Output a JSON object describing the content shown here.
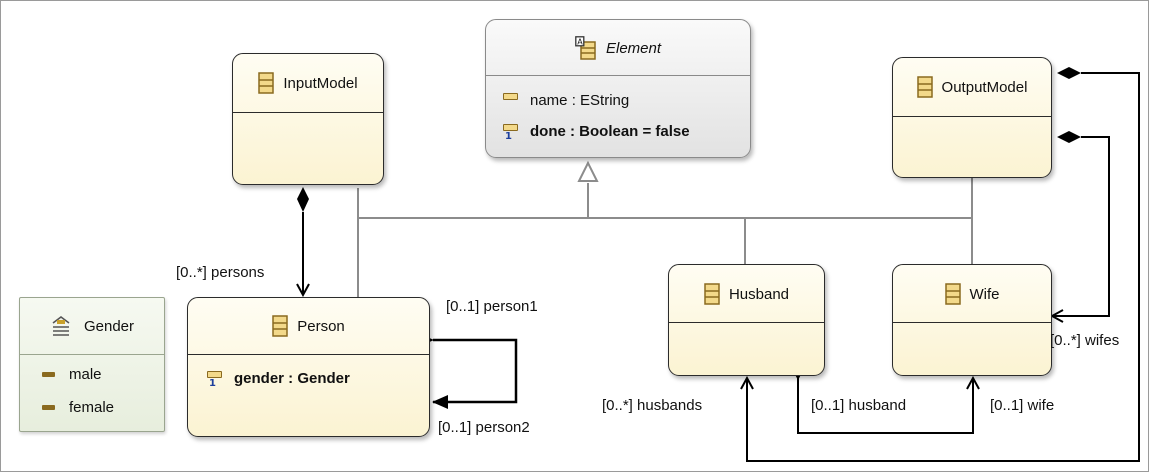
{
  "classes": {
    "element": {
      "name": "Element",
      "attributes": [
        {
          "text": "name : EString"
        },
        {
          "text": "done : Boolean = false",
          "multiplicity": "1"
        }
      ]
    },
    "input_model": {
      "name": "InputModel"
    },
    "output_model": {
      "name": "OutputModel"
    },
    "person": {
      "name": "Person",
      "attributes": [
        {
          "text": "gender : Gender",
          "multiplicity": "1"
        }
      ]
    },
    "husband": {
      "name": "Husband"
    },
    "wife": {
      "name": "Wife"
    },
    "gender": {
      "name": "Gender",
      "literals": [
        "male",
        "female"
      ]
    }
  },
  "references": {
    "persons": "[0..*] persons",
    "person1": "[0..1] person1",
    "person2": "[0..1] person2",
    "husbands": "[0..*] husbands",
    "husband": "[0..1] husband",
    "wife": "[0..1] wife",
    "wifes": "[0..*] wifes"
  },
  "colors": {
    "class_fill": "#fbf3d2",
    "abstract_fill": "#e6e6e6",
    "enum_fill": "#e9efdf",
    "inheritance_line": "#8c8c8c",
    "reference_line": "#000000"
  }
}
